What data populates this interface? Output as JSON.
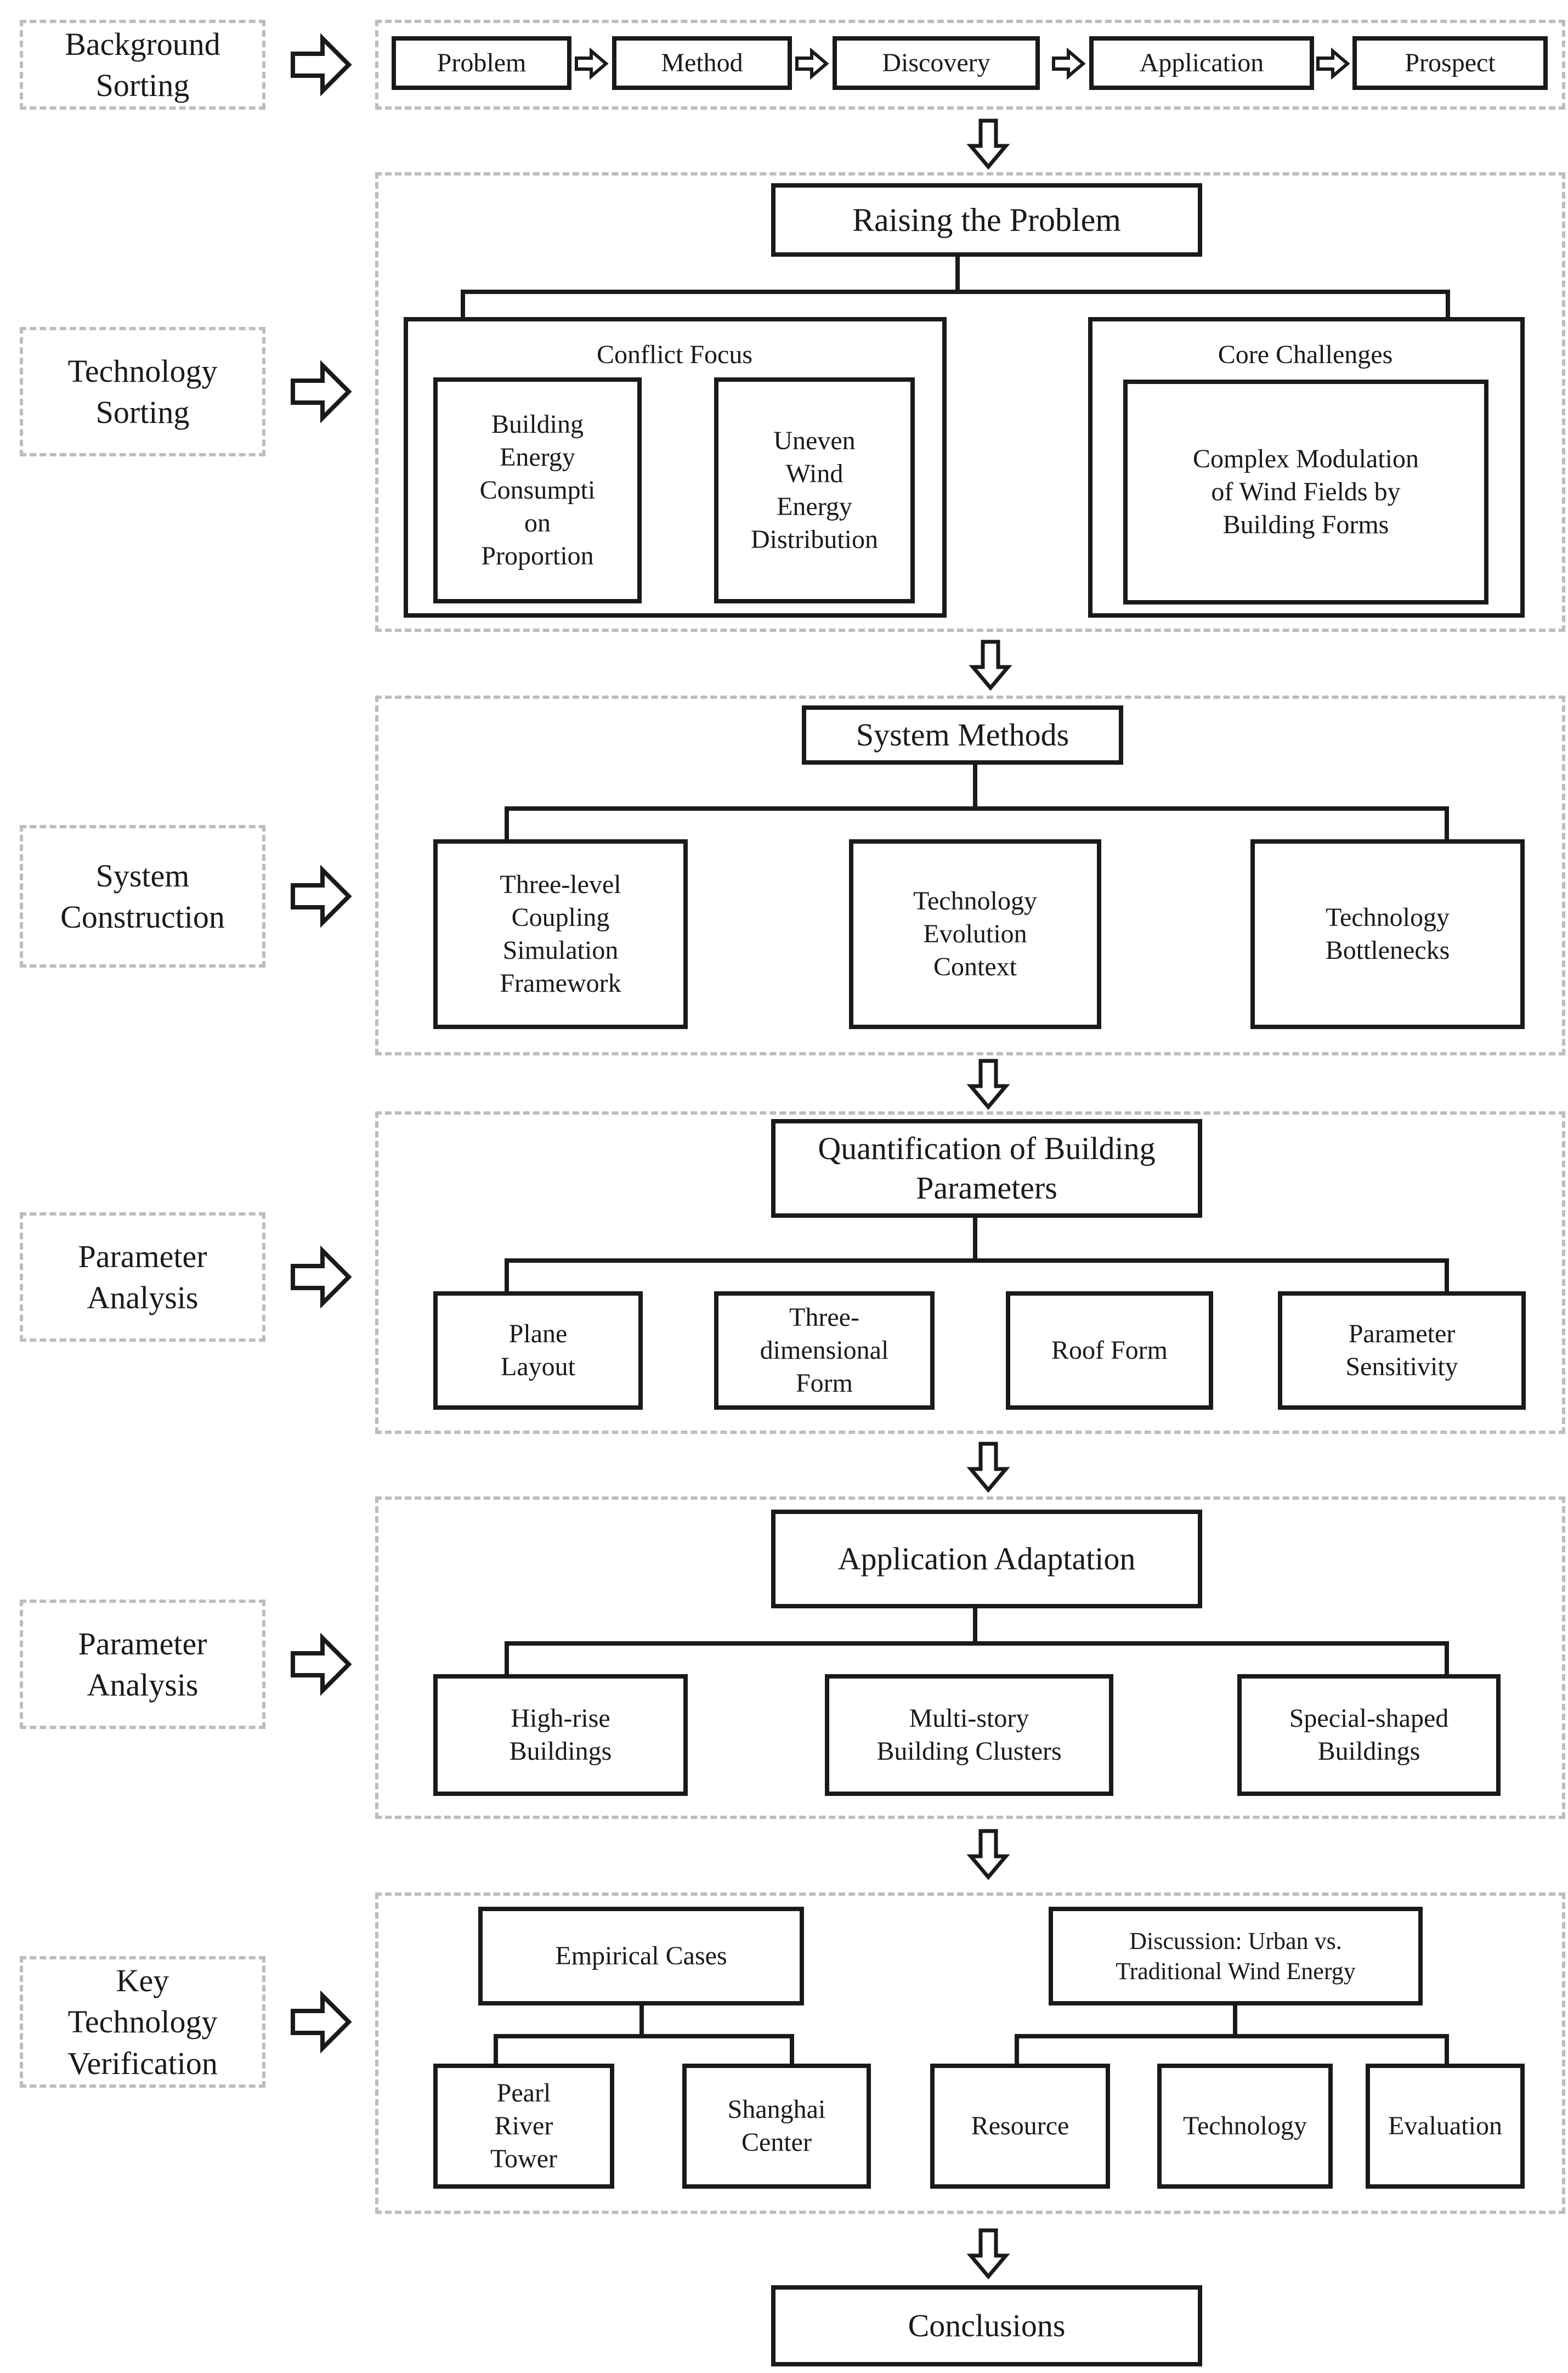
{
  "stage_labels": {
    "background": "Background\nSorting",
    "technology": "Technology\nSorting",
    "system": "System\nConstruction",
    "parameter1": "Parameter\nAnalysis",
    "parameter2": "Parameter\nAnalysis",
    "key": "Key\nTechnology\nVerification"
  },
  "background_flow": [
    "Problem",
    "Method",
    "Discovery",
    "Application",
    "Prospect"
  ],
  "problem": {
    "title": "Raising the Problem",
    "conflict_focus": {
      "title": "Conflict Focus",
      "items": [
        "Building\nEnergy\nConsumpti\non\nProportion",
        "Uneven\nWind\nEnergy\nDistribution"
      ]
    },
    "core_challenges": {
      "title": "Core Challenges",
      "item": "Complex Modulation\nof Wind Fields by\nBuilding Forms"
    }
  },
  "system": {
    "title": "System Methods",
    "items": [
      "Three-level\nCoupling\nSimulation\nFramework",
      "Technology\nEvolution\nContext",
      "Technology\nBottlenecks"
    ]
  },
  "parameters": {
    "title": "Quantification of Building\nParameters",
    "items": [
      "Plane\nLayout",
      "Three-\ndimensional\nForm",
      "Roof Form",
      "Parameter\nSensitivity"
    ]
  },
  "application": {
    "title": "Application Adaptation",
    "items": [
      "High-rise\nBuildings",
      "Multi-story\nBuilding Clusters",
      "Special-shaped\nBuildings"
    ]
  },
  "verification": {
    "empirical": {
      "title": "Empirical Cases",
      "items": [
        "Pearl\nRiver\nTower",
        "Shanghai\nCenter"
      ]
    },
    "discussion": {
      "title": "Discussion: Urban vs.\nTraditional Wind Energy",
      "items": [
        "Resource",
        "Technology",
        "Evaluation"
      ]
    }
  },
  "conclusions": "Conclusions",
  "icons": {
    "right_arrow": "hollow-right-arrow-icon",
    "down_arrow": "hollow-down-arrow-icon"
  },
  "colors": {
    "line": "#1a1a1a",
    "dashed_border": "#bdbdbd",
    "background": "#ffffff"
  }
}
